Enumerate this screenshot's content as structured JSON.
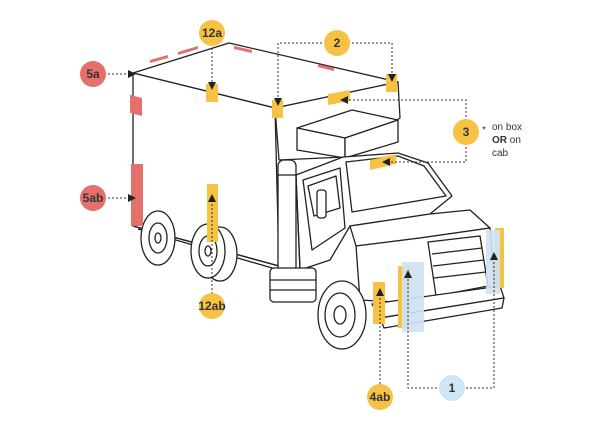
{
  "colors": {
    "yellow": "#f6c244",
    "red": "#e5706b",
    "pink_strip": "#ec9a97",
    "light_blue": "#cfe6f6",
    "blue_strip": "#cfe3f3",
    "outline": "#222222",
    "guide": "#333333"
  },
  "callouts": {
    "c1": {
      "label": "1",
      "color": "light_blue"
    },
    "c2": {
      "label": "2",
      "color": "yellow"
    },
    "c3": {
      "label": "3",
      "color": "yellow"
    },
    "c4ab": {
      "label": "4ab",
      "color": "yellow"
    },
    "c5a": {
      "label": "5a",
      "color": "red"
    },
    "c5ab": {
      "label": "5ab",
      "color": "red"
    },
    "c12a": {
      "label": "12a",
      "color": "yellow"
    },
    "c12ab": {
      "label": "12ab",
      "color": "yellow"
    }
  },
  "note": {
    "star": "*",
    "line1": "on box",
    "line2_bold": "OR",
    "line2_rest": " on",
    "line3": "cab"
  }
}
